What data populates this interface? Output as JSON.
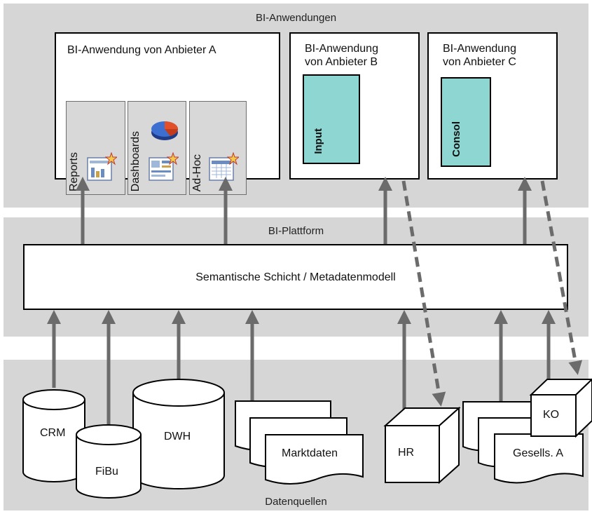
{
  "bands": {
    "anwendungen": "BI-Anwendungen",
    "plattform": "BI-Plattform",
    "datenquellen": "Datenquellen"
  },
  "app_a": {
    "title": "BI-Anwendung von Anbieter A",
    "panels": [
      "Reports",
      "Dashboards",
      "Ad-Hoc"
    ]
  },
  "app_b": {
    "title_line1": "BI-Anwendung",
    "title_line2": "von Anbieter B",
    "module": "Input"
  },
  "app_c": {
    "title_line1": "BI-Anwendung",
    "title_line2": "von Anbieter C",
    "module": "Consol"
  },
  "semantic_layer": "Semantische Schicht / Metadatenmodell",
  "sources": {
    "crm": "CRM",
    "fibu": "FiBu",
    "dwh": "DWH",
    "marktdaten": "Marktdaten",
    "hr": "HR",
    "ko": "KO",
    "gesells": "Gesells. A"
  },
  "colors": {
    "band": "#d6d6d6",
    "module": "#8ed6d2",
    "arrow": "#6b6b6b"
  }
}
